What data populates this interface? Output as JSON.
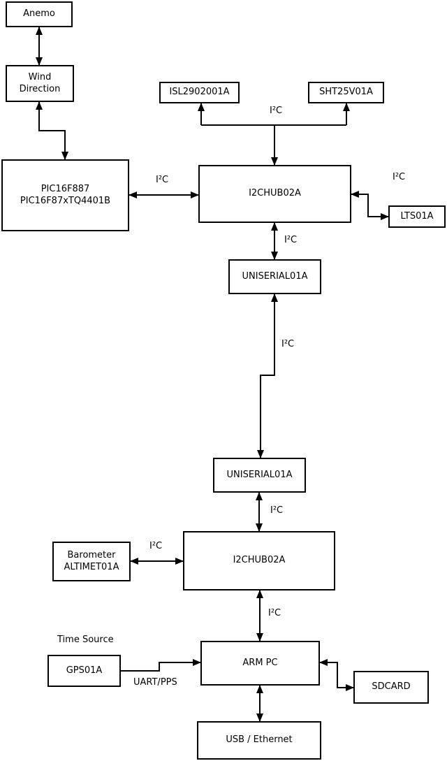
{
  "diagram": {
    "nodes": {
      "anemo": {
        "lines": [
          "Anemo"
        ]
      },
      "wind_direction": {
        "lines": [
          "Wind",
          "Direction"
        ]
      },
      "pic": {
        "lines": [
          "PIC16F887",
          "PIC16F87xTQ4401B"
        ]
      },
      "isl2902001a": {
        "lines": [
          "ISL2902001A"
        ]
      },
      "sht25v01a": {
        "lines": [
          "SHT25V01A"
        ]
      },
      "i2chub_top": {
        "lines": [
          "I2CHUB02A"
        ]
      },
      "lts01a": {
        "lines": [
          "LTS01A"
        ]
      },
      "uniserial_top": {
        "lines": [
          "UNISERIAL01A"
        ]
      },
      "uniserial_bottom": {
        "lines": [
          "UNISERIAL01A"
        ]
      },
      "barometer": {
        "lines": [
          "Barometer",
          "ALTIMET01A"
        ]
      },
      "i2chub_bottom": {
        "lines": [
          "I2CHUB02A"
        ]
      },
      "arm_pc": {
        "lines": [
          "ARM PC"
        ]
      },
      "gps01a": {
        "lines": [
          "GPS01A"
        ]
      },
      "sdcard": {
        "lines": [
          "SDCARD"
        ]
      },
      "usb_ethernet": {
        "lines": [
          "USB / Ethernet"
        ]
      }
    },
    "labels": {
      "i2c_pic_hub1": "I²C",
      "i2c_hub1_sensors": "I²C",
      "i2c_hub1_lts": "I²C",
      "i2c_hub1_uniserial": "I²C",
      "i2c_uniserial_link": "I²C",
      "i2c_uniserial_hub2": "I²C",
      "i2c_barometer_hub2": "I²C",
      "i2c_hub2_arm": "I²C",
      "time_source": "Time Source",
      "uart_pps": "UART/PPS"
    },
    "edges": [
      {
        "from": "anemo",
        "to": "wind_direction",
        "bidirectional": true,
        "label": ""
      },
      {
        "from": "wind_direction",
        "to": "pic",
        "bidirectional": true,
        "label": ""
      },
      {
        "from": "pic",
        "to": "i2chub_top",
        "bidirectional": true,
        "label": "I²C"
      },
      {
        "from": "i2chub_top",
        "to": "isl2902001a",
        "bidirectional": false,
        "label": "I²C"
      },
      {
        "from": "i2chub_top",
        "to": "sht25v01a",
        "bidirectional": false,
        "label": "I²C"
      },
      {
        "from": "i2chub_top",
        "to": "lts01a",
        "bidirectional": true,
        "label": "I²C"
      },
      {
        "from": "i2chub_top",
        "to": "uniserial_top",
        "bidirectional": true,
        "label": "I²C"
      },
      {
        "from": "uniserial_top",
        "to": "uniserial_bottom",
        "bidirectional": true,
        "label": "I²C"
      },
      {
        "from": "uniserial_bottom",
        "to": "i2chub_bottom",
        "bidirectional": true,
        "label": "I²C"
      },
      {
        "from": "barometer",
        "to": "i2chub_bottom",
        "bidirectional": true,
        "label": "I²C"
      },
      {
        "from": "i2chub_bottom",
        "to": "arm_pc",
        "bidirectional": true,
        "label": "I²C"
      },
      {
        "from": "gps01a",
        "to": "arm_pc",
        "bidirectional": false,
        "label": "UART/PPS"
      },
      {
        "from": "arm_pc",
        "to": "sdcard",
        "bidirectional": true,
        "label": ""
      },
      {
        "from": "arm_pc",
        "to": "usb_ethernet",
        "bidirectional": true,
        "label": ""
      }
    ],
    "colors": {
      "line": "#000000",
      "box_border": "#000000",
      "box_fill": "#ffffff",
      "text": "#000000",
      "background": "#ffffff"
    }
  }
}
